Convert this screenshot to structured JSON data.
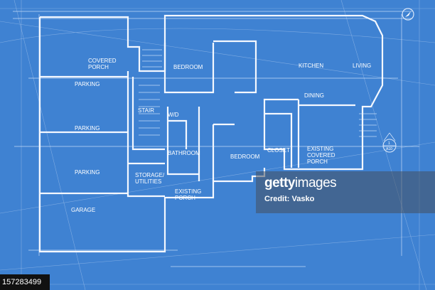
{
  "colors": {
    "background": "#3f82d2",
    "lines": "#f4f8ff"
  },
  "rooms": {
    "covered_porch": [
      "COVERED",
      "PORCH"
    ],
    "parking_1": "PARKING",
    "parking_2": "PARKING",
    "parking_3": "PARKING",
    "stair": "STAIR",
    "wd": "W/D",
    "bedroom_1": "BEDROOM",
    "bathroom": "BATHROOM",
    "bedroom_2": "BEDROOM",
    "closet": "CLOSET",
    "kitchen": "KITCHEN",
    "living": "LIVING",
    "dining": "DINING",
    "existing_covered_porch": [
      "EXISTING",
      "COVERED",
      "PORCH"
    ],
    "storage": [
      "STORAGE/",
      "UTILITIES"
    ],
    "existing_porch": [
      "EXISTING",
      "PORCH"
    ],
    "garage": "GARAGE"
  },
  "section_marker": {
    "top": "1",
    "bottom": "A10"
  },
  "watermark": {
    "logo_bold": "getty",
    "logo_rest": "images",
    "credit": "Credit: Vasko"
  },
  "image_id": "157283499"
}
